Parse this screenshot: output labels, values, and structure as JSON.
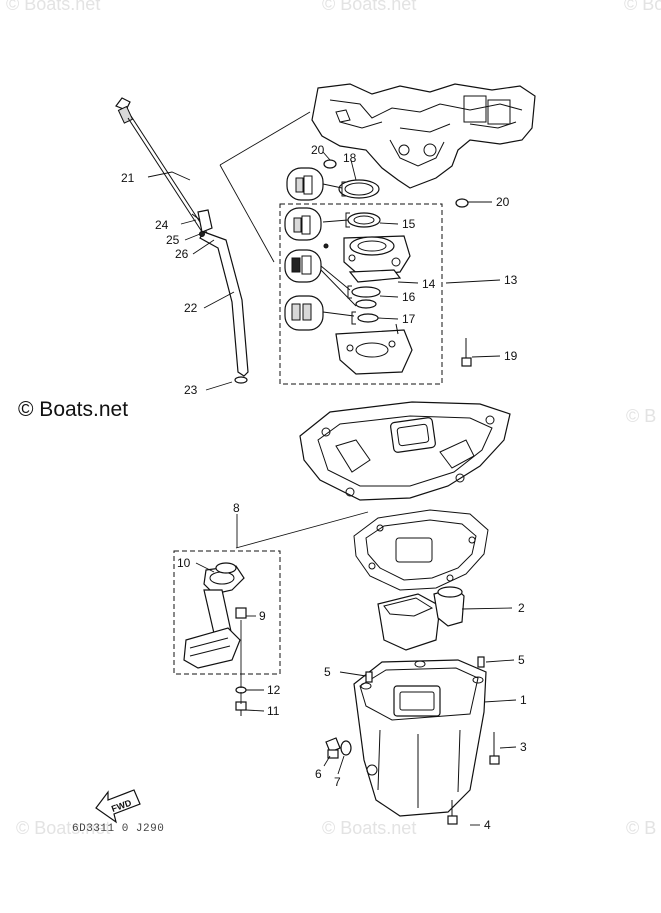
{
  "watermarks": {
    "tl": "© Boats.net",
    "tc": "© Boats.net",
    "tr": "© Bo",
    "main": "© Boats.net",
    "mr": "© B",
    "bl": "© Boats.net",
    "bc": "© Boats.net",
    "br": "© B"
  },
  "diagram_code": "6D3311 0 J290",
  "fwd_label": "FWD",
  "callouts": {
    "c1": "1",
    "c2": "2",
    "c3": "3",
    "c4": "4",
    "c5a": "5",
    "c5b": "5",
    "c6": "6",
    "c7": "7",
    "c8": "8",
    "c9": "9",
    "c10": "10",
    "c11": "11",
    "c12": "12",
    "c13": "13",
    "c14": "14",
    "c15": "15",
    "c16": "16",
    "c17": "17",
    "c18": "18",
    "c19": "19",
    "c20a": "20",
    "c20b": "20",
    "c21": "21",
    "c22": "22",
    "c23": "23",
    "c24": "24",
    "c25": "25",
    "c26": "26"
  }
}
